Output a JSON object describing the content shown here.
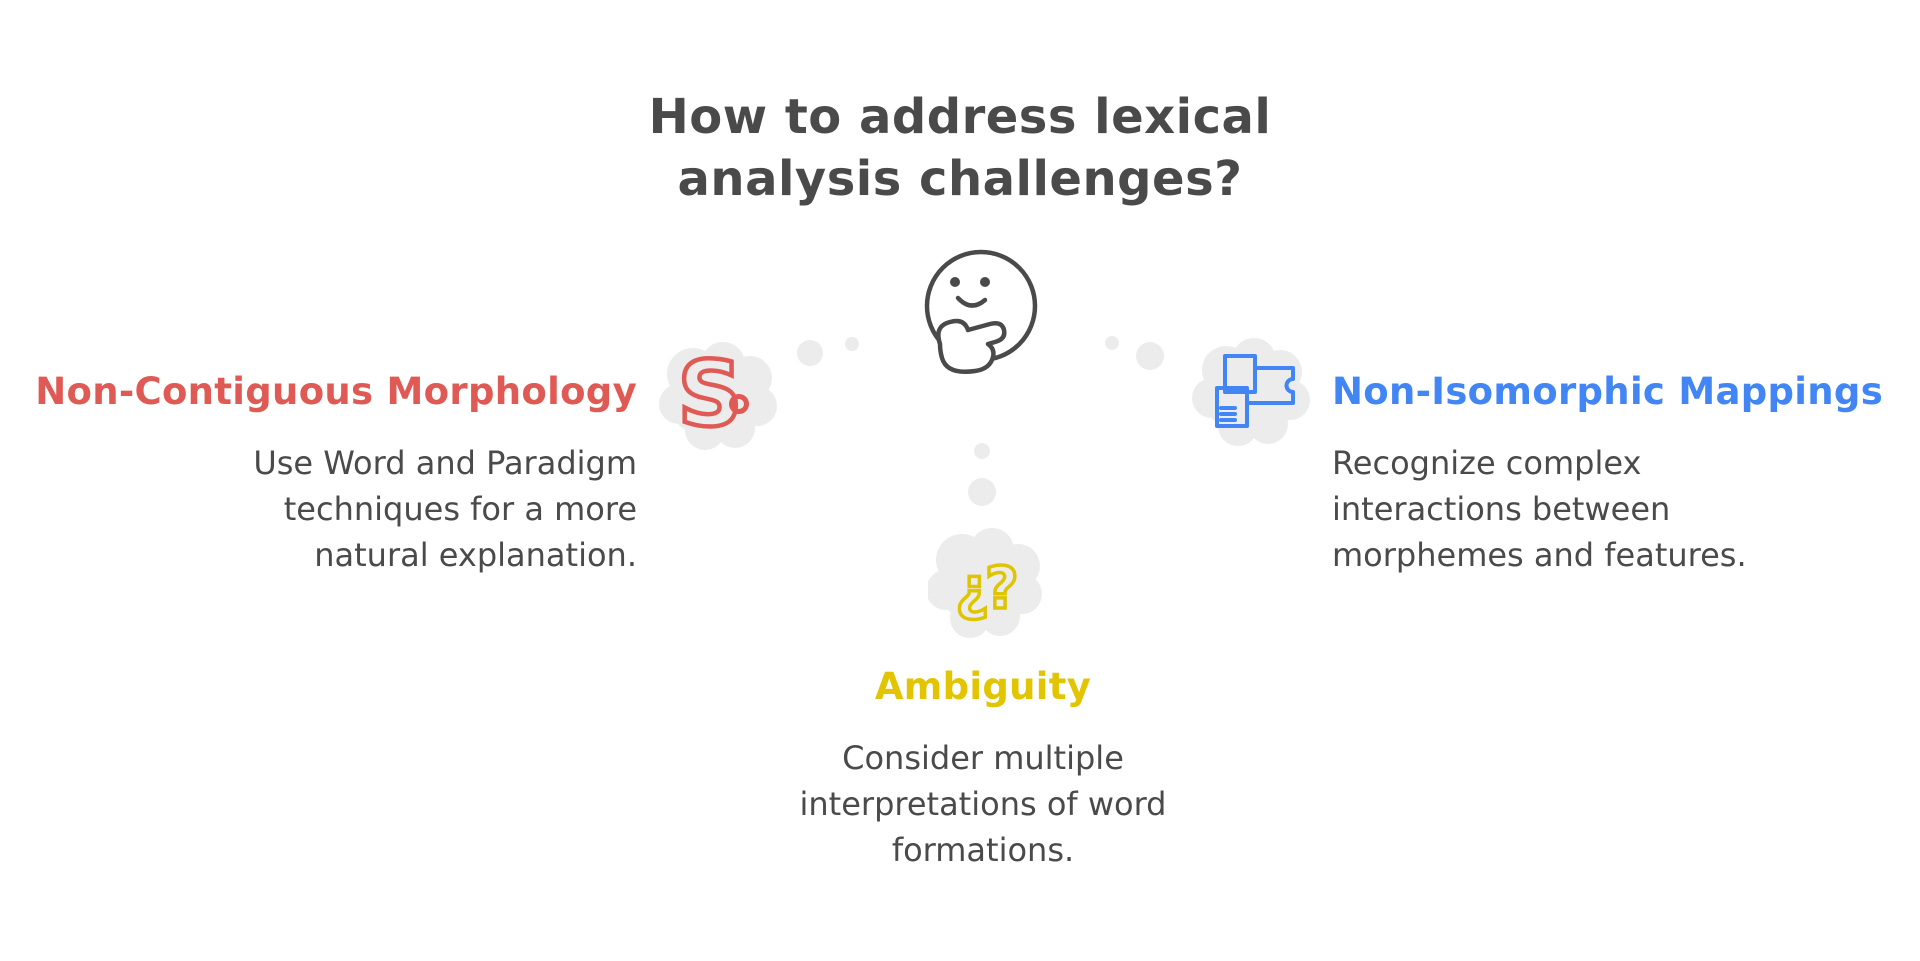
{
  "page": {
    "background_color": "#ffffff",
    "text_color": "#4A4A4A",
    "bubble_color": "#ECECEC"
  },
  "title": {
    "lines": [
      "How to address lexical",
      "analysis challenges?"
    ],
    "color": "#4A4A4A"
  },
  "center": {
    "figure": "thinking-face-doodle",
    "figure_color": "#4A4A4A"
  },
  "sections": {
    "left": {
      "heading": "Non-Contiguous Morphology",
      "color": "#E05A55",
      "icon": "s-symbol-icon",
      "icon_glyph": "S",
      "body_lines": [
        "Use Word and Paradigm",
        "techniques for a more",
        "natural explanation."
      ]
    },
    "right": {
      "heading": "Non-Isomorphic Mappings",
      "color": "#4285F4",
      "icon": "puzzle-pieces-icon",
      "body_lines": [
        "Recognize complex",
        "interactions between",
        "morphemes and features."
      ]
    },
    "bottom": {
      "heading": "Ambiguity",
      "color": "#E2C400",
      "icon": "question-marks-icon",
      "icon_glyph": "¿?",
      "body_lines": [
        "Consider multiple",
        "interpretations of word",
        "formations."
      ]
    }
  }
}
